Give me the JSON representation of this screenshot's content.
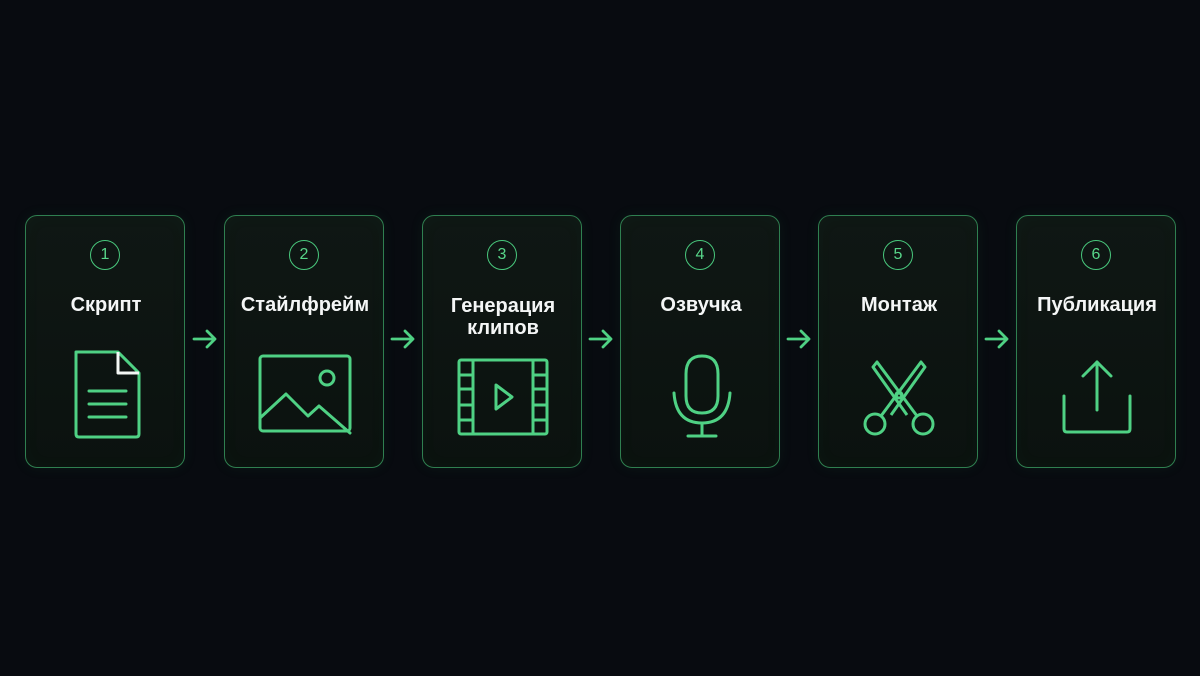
{
  "steps": [
    {
      "number": "1",
      "label": "Скрипт",
      "icon": "document-icon"
    },
    {
      "number": "2",
      "label": "Стайлфрейм",
      "icon": "image-icon"
    },
    {
      "number": "3",
      "label": "Генерация клипов",
      "icon": "video-clip-icon"
    },
    {
      "number": "4",
      "label": "Озвучка",
      "icon": "microphone-icon"
    },
    {
      "number": "5",
      "label": "Монтаж",
      "icon": "scissors-icon"
    },
    {
      "number": "6",
      "label": "Публикация",
      "icon": "upload-icon"
    }
  ],
  "colors": {
    "background": "#080b10",
    "accent": "#48c77c",
    "border": "#2f7f50",
    "text": "#f4f6f6"
  }
}
